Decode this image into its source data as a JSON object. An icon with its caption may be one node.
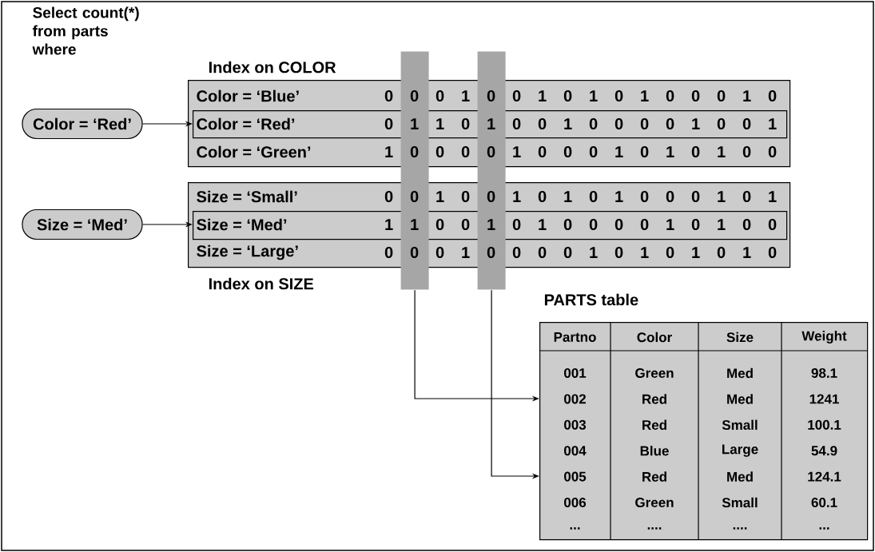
{
  "diagram": {
    "nodes": [
      {
        "text": [
          "Color = ‘Red’"
        ]
      },
      {
        "text": [
          "Index on COLOR",
          "Color = ‘Blue’",
          "0 0 0 1 0 0 1 0 1 0 1 0 0 0 1 0",
          "Color = ‘Green’",
          "1 0 0 0 0 1 0 0 0 1 0 1 0 1 0 0"
        ]
      },
      {
        "text": [
          "Color = ‘Red’",
          "0 1 1 0 1 0 0 1 0 0 0 0 1 0 0 1"
        ],
        "in": 1
      },
      {
        "text": [
          "Size = ‘Med’"
        ]
      },
      {
        "text": [
          "Size = ‘Small’",
          "0 0 1 0 0 1 0 1 0 1 0 0 0 1 0 1",
          "Size = ‘Large’",
          "0 0 0 1 0 0 0 0 1 0 1 0 1 0 1 0",
          "Index on SIZE"
        ]
      },
      {
        "text": [
          "Size = ‘Med’",
          "1 1 0 0 1 0 1 0 0 0 0 1 0 1 0 0"
        ],
        "in": 4
      },
      {
        "text": [],
        "shape": "bar"
      },
      {
        "text": [],
        "shape": "bar"
      },
      {
        "text": [
          "PARTS table",
          "Partno",
          "Color",
          "Size",
          "Weight",
          "001",
          "Green",
          "Med",
          "98.1",
          "002",
          "Red",
          "Med",
          "1241",
          "003",
          "Red",
          "Small",
          "100.1",
          "004",
          "Blue",
          "Large",
          "54.9",
          "005",
          "Red",
          "Med",
          "124.1",
          "006",
          "Green",
          "Small",
          "60.1",
          "...",
          "....",
          "....",
          "..."
        ]
      }
    ],
    "edges": [
      {
        "from": 0,
        "to": 2,
        "arrow": "to"
      },
      {
        "from": 3,
        "to": 5,
        "arrow": "to"
      },
      {
        "from": 6,
        "to": 8,
        "arrow": "to"
      },
      {
        "from": 7,
        "to": 8,
        "arrow": "to"
      }
    ],
    "labels": [
      "Select count(*) from parts where"
    ]
  }
}
